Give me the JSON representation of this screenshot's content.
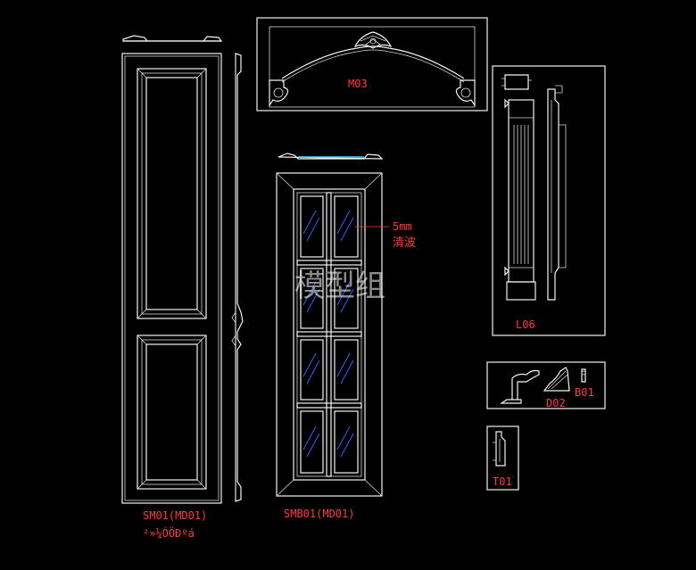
{
  "drawing": {
    "labels": {
      "cabinet_door": "SM01(MD01)",
      "cabinet_door_sub": "²»¼ÓÖÐºá",
      "glass_door": "SMB01(MD01)",
      "glass_note_1": "5mm",
      "glass_note_2": "清波",
      "arch_header": "M03",
      "pilaster": "L06",
      "cornice": "D02",
      "bead": "B01",
      "skirting": "T01"
    },
    "watermark": "模型组",
    "colors": {
      "background": "#000000",
      "linework": "#f2f2f2",
      "labels": "#ff3b3b",
      "glass_lines": "#2f5fff",
      "top_rail": "#44d6ff"
    }
  }
}
